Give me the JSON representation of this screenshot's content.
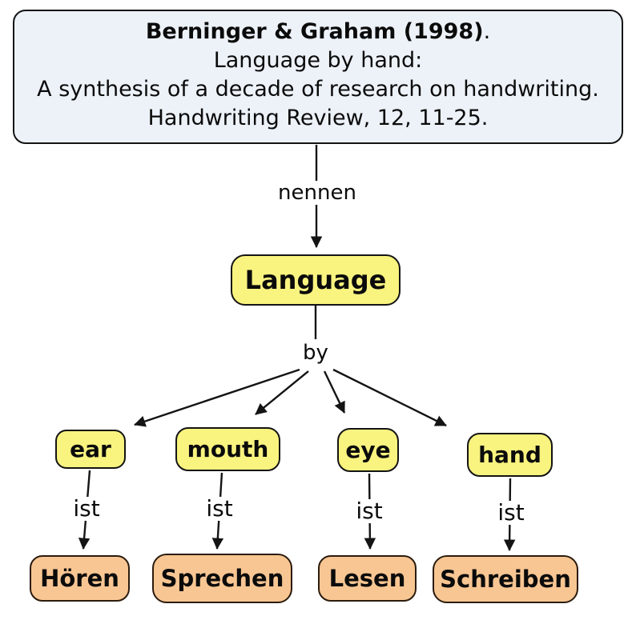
{
  "diagram": {
    "reference_box": {
      "title_bold": "Berninger & Graham (1998)",
      "title_suffix": ".",
      "line2": "Language by hand:",
      "line3": "A synthesis of a decade of research on handwriting.",
      "line4": "Handwriting Review, 12, 11-25."
    },
    "root_node": {
      "label": "Language"
    },
    "link_labels": {
      "nennen": "nennen",
      "by": "by",
      "ist": "ist"
    },
    "branches": [
      {
        "concept": "ear",
        "result": "Hören"
      },
      {
        "concept": "mouth",
        "result": "Sprechen"
      },
      {
        "concept": "eye",
        "result": "Lesen"
      },
      {
        "concept": "hand",
        "result": "Schreiben"
      }
    ],
    "colors": {
      "reference_fill": "#edf2f9",
      "concept_fill": "#f9f37f",
      "result_fill": "#f8c693",
      "line_and_border": "#141414",
      "result_border": "#2b1c0e",
      "background": "#ffffff"
    }
  }
}
